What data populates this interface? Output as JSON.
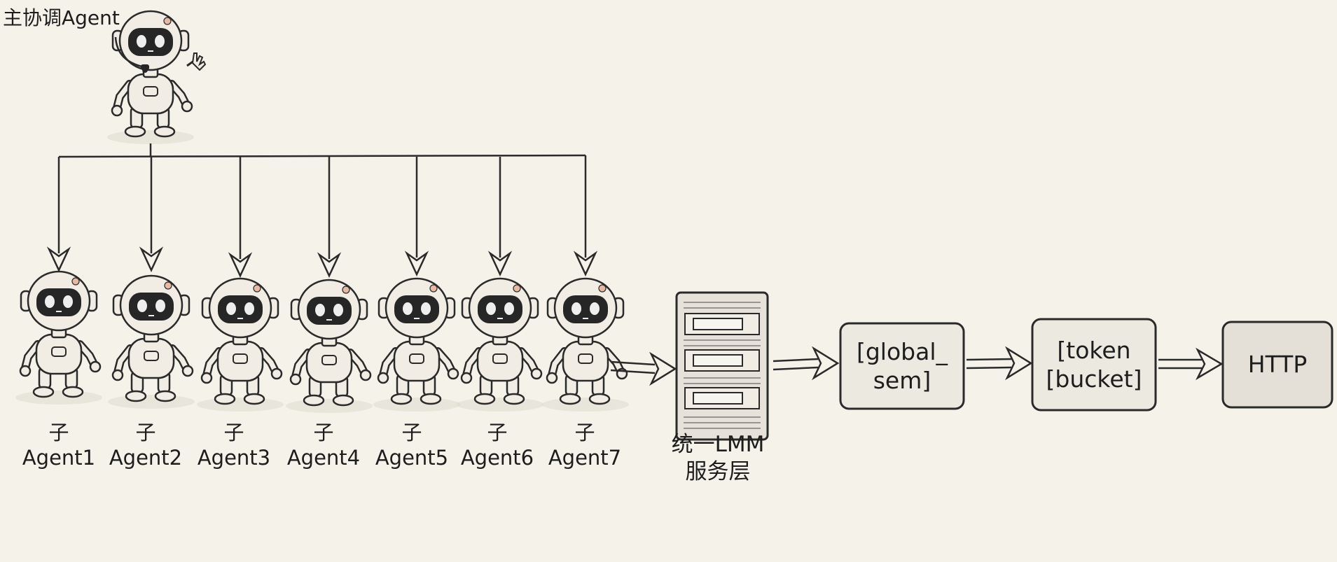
{
  "main_agent": {
    "label": "主协调Agent"
  },
  "sub_agents": [
    {
      "line1": "子",
      "line2": "Agent1"
    },
    {
      "line1": "子",
      "line2": "Agent2"
    },
    {
      "line1": "子",
      "line2": "Agent3"
    },
    {
      "line1": "子",
      "line2": "Agent4"
    },
    {
      "line1": "子",
      "line2": "Agent5"
    },
    {
      "line1": "子",
      "line2": "Agent6"
    },
    {
      "line1": "子",
      "line2": "Agent7"
    }
  ],
  "lmm_layer": {
    "line1": "统一LMM",
    "line2": "服务层"
  },
  "pipeline": [
    {
      "line1": "[global_",
      "line2": "sem]"
    },
    {
      "line1": "[token",
      "line2": "[bucket]"
    },
    {
      "line1": "HTTP",
      "line2": ""
    }
  ],
  "colors": {
    "background": "#f5f2ea",
    "ink": "#2a2a2a",
    "robot_fill": "#f1ede4",
    "visor": "#262626",
    "eyes": "#eeeeee",
    "box_fill": "#ece9e1"
  }
}
